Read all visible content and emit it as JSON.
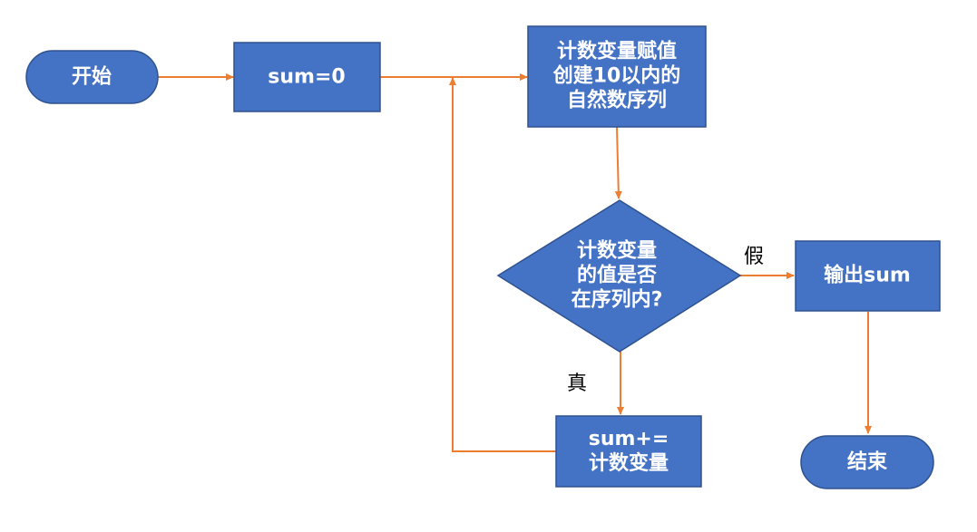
{
  "colors": {
    "node_fill": "#4472c4",
    "node_stroke": "#2f528f",
    "edge": "#ed7d31",
    "node_text": "#ffffff",
    "label_text": "#000000"
  },
  "nodes": {
    "start": {
      "lines": [
        "开始"
      ]
    },
    "init": {
      "lines": [
        "sum=0"
      ]
    },
    "assign": {
      "lines": [
        "计数变量赋值",
        "创建10以内的",
        "自然数序列"
      ]
    },
    "decision": {
      "lines": [
        "计数变量",
        "的值是否",
        "在序列内?"
      ]
    },
    "output": {
      "lines": [
        "输出sum"
      ]
    },
    "accumulate": {
      "lines": [
        "sum+=",
        "计数变量"
      ]
    },
    "end": {
      "lines": [
        "结束"
      ]
    }
  },
  "edge_labels": {
    "false": "假",
    "true": "真"
  }
}
